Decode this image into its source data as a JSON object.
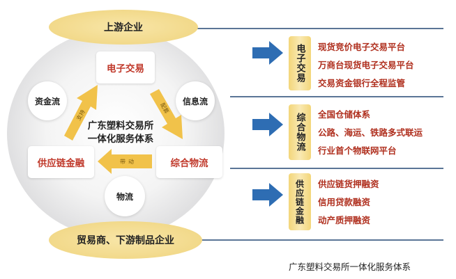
{
  "top_ellipse": "上游企业",
  "bottom_ellipse": "贸易商、下游制品企业",
  "center_title": [
    "广东塑料交易所",
    "一体化服务体系"
  ],
  "boxes": {
    "trade": "电子交易",
    "finance": "供应链金融",
    "logistics": "综合物流"
  },
  "flows": {
    "capital": "资金流",
    "info": "信息流",
    "goods": "物流"
  },
  "arrow_labels": {
    "support": "支持",
    "match": "配套",
    "drive": "带动"
  },
  "sections": [
    {
      "tag": "电子交易",
      "items": [
        "现货竞价电子交易平台",
        "万商台现货电子交易平台",
        "交易资金银行全程监管"
      ]
    },
    {
      "tag": "综合物流",
      "items": [
        "全国仓储体系",
        "公路、海运、铁路多式联运",
        "行业首个物联网平台"
      ]
    },
    {
      "tag": "供应链金融",
      "items": [
        "供应链货押融资",
        "信用贷款融资",
        "动产质押融资"
      ]
    }
  ],
  "caption": "广东塑料交易所一体化服务体系",
  "colors": {
    "accent_red": "#b0301f",
    "blue_arrow": "#2e6db3",
    "yellow": "#f1c24a"
  }
}
